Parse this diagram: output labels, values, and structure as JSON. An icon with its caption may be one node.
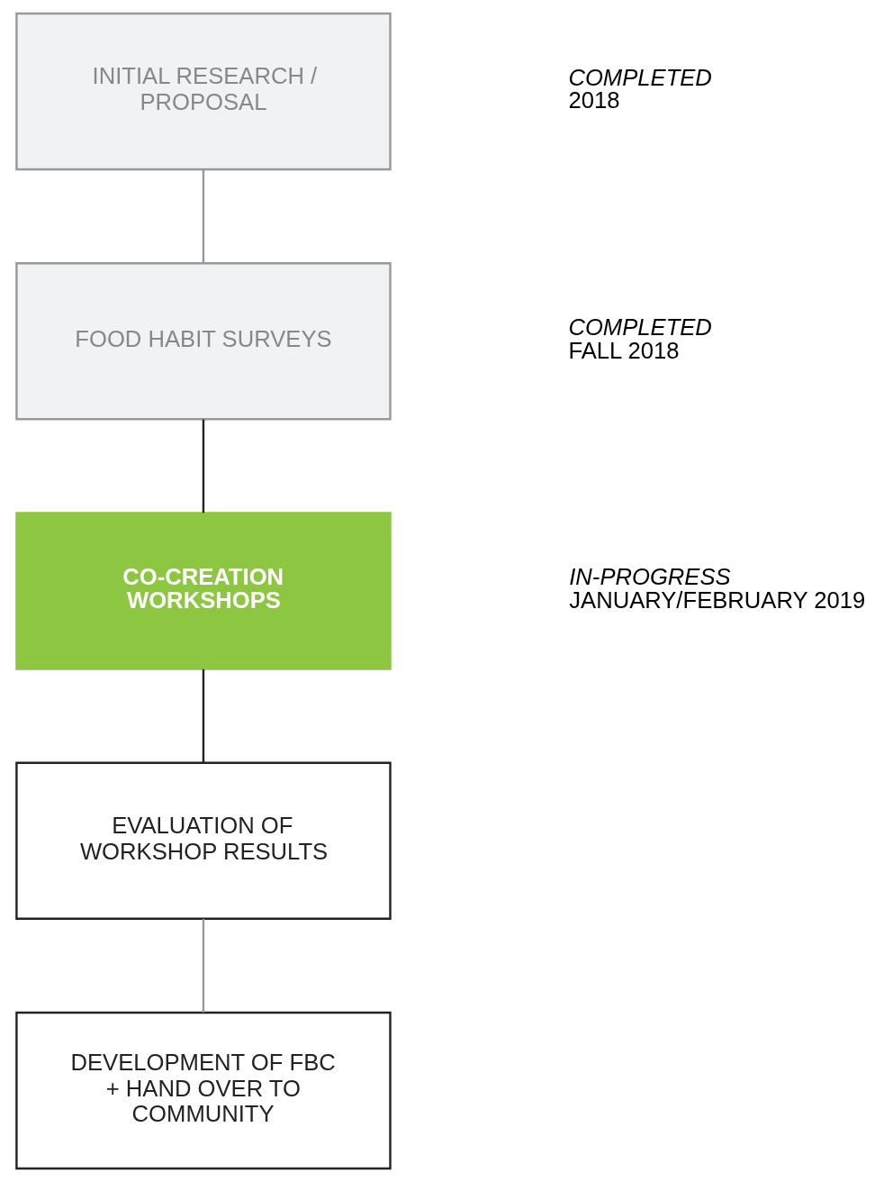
{
  "diagram": {
    "nodes": [
      {
        "text": [
          "INITIAL RESEARCH / PROPOSAL"
        ],
        "beside": [
          "COMPLETED",
          "2018"
        ]
      },
      {
        "text": [
          "FOOD HABIT SURVEYS"
        ],
        "beside": [
          "COMPLETED",
          "FALL 2018"
        ]
      },
      {
        "text": [
          "CO-CREATION WORKSHOPS"
        ],
        "beside": [
          "IN-PROGRESS",
          "JANUARY/FEBRUARY 2019"
        ]
      },
      {
        "text": [
          "EVALUATION OF WORKSHOP RESULTS"
        ]
      },
      {
        "text": [
          "DEVELOPMENT OF FBC + HAND OVER TO COMMUNITY"
        ]
      }
    ],
    "edges": [
      {
        "from": 0,
        "to": 1,
        "arrow": "none",
        "color": "#999999"
      },
      {
        "from": 1,
        "to": 2,
        "arrow": "none",
        "color": "#222222"
      },
      {
        "from": 2,
        "to": 3,
        "arrow": "none",
        "color": "#222222"
      },
      {
        "from": 3,
        "to": 4,
        "arrow": "none",
        "color": "#999999"
      }
    ]
  }
}
